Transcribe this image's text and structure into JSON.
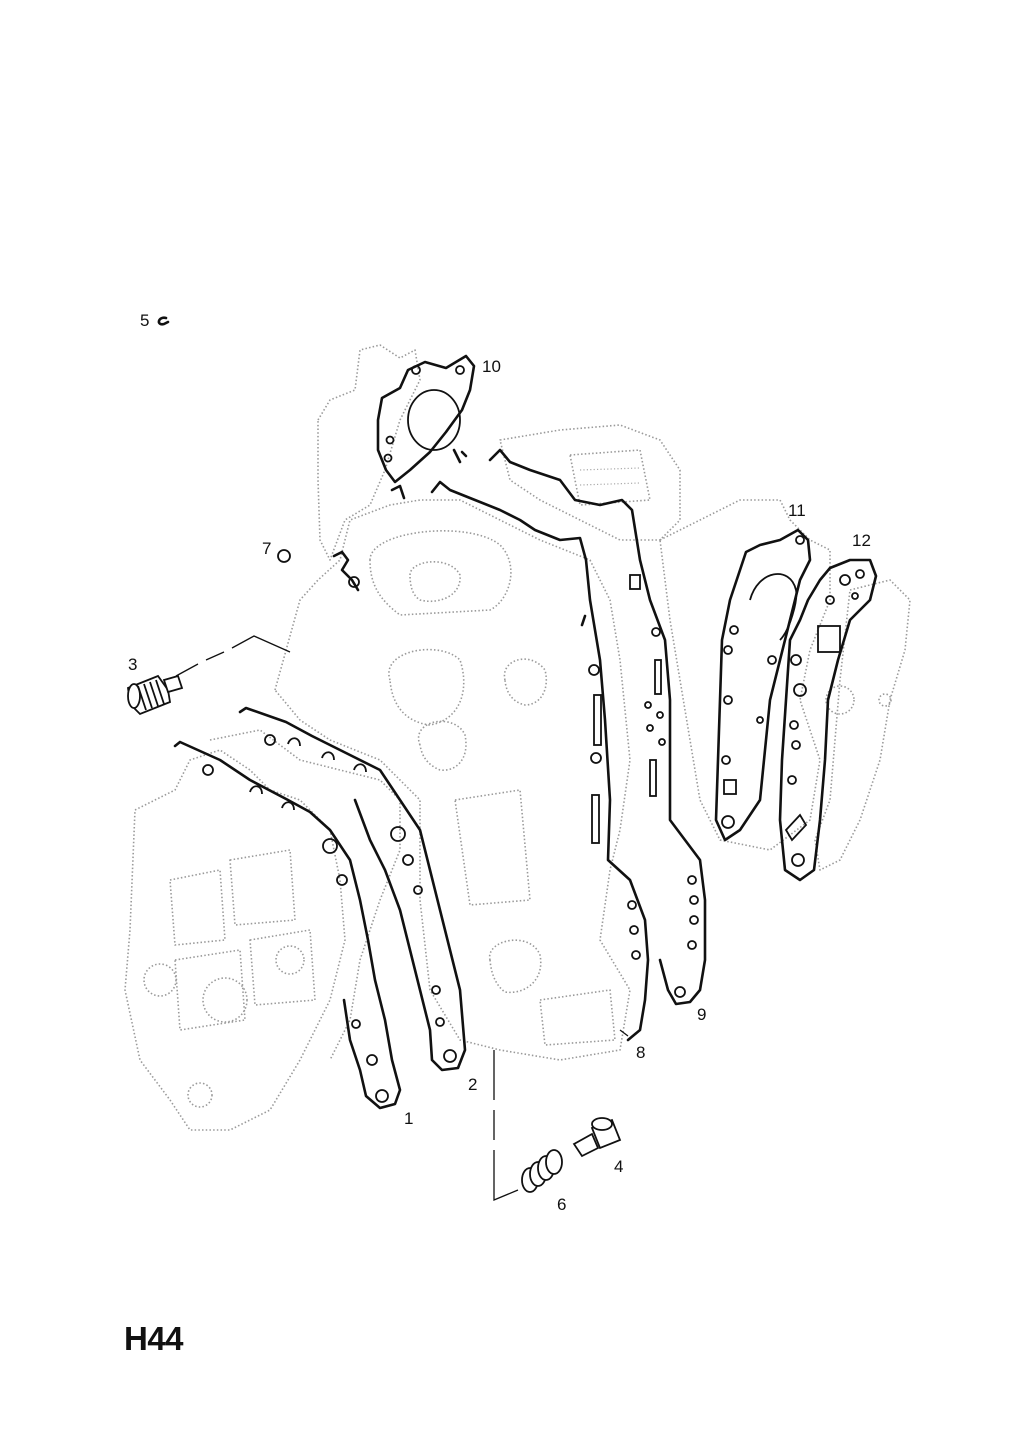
{
  "diagram": {
    "code": "H44",
    "callouts": [
      {
        "id": "1",
        "label": "1"
      },
      {
        "id": "2",
        "label": "2"
      },
      {
        "id": "3",
        "label": "3"
      },
      {
        "id": "4",
        "label": "4"
      },
      {
        "id": "5",
        "label": "5"
      },
      {
        "id": "6",
        "label": "6"
      },
      {
        "id": "7",
        "label": "7"
      },
      {
        "id": "8",
        "label": "8"
      },
      {
        "id": "9",
        "label": "9"
      },
      {
        "id": "10",
        "label": "10"
      },
      {
        "id": "11",
        "label": "11"
      },
      {
        "id": "12",
        "label": "12"
      }
    ]
  }
}
